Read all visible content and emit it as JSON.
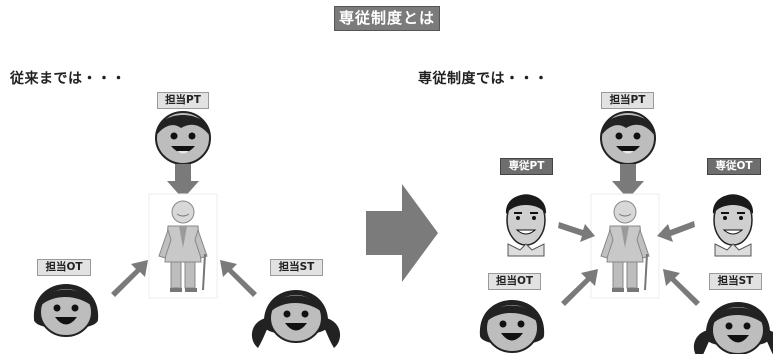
{
  "title": "専従制度とは",
  "left_section": {
    "heading": "従来までは・・・",
    "pt_label": "担当PT",
    "ot_label": "担当OT",
    "st_label": "担当ST"
  },
  "right_section": {
    "heading": "専従制度では・・・",
    "pt_label": "担当PT",
    "dedicated_pt_label": "専従PT",
    "dedicated_ot_label": "専従OT",
    "ot_label": "担当OT",
    "st_label": "担当ST"
  },
  "colors": {
    "arrow": "#7a7a7a",
    "badge": "#7b7b7b",
    "face": "#bdbdbd"
  }
}
